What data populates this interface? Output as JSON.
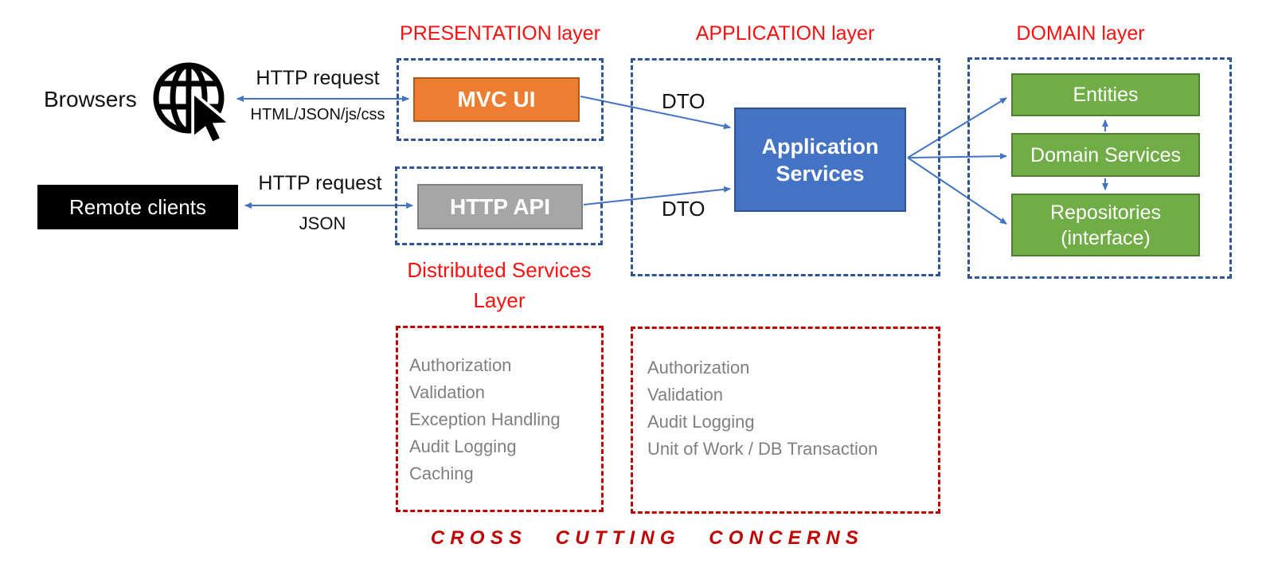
{
  "headers": {
    "presentation": "PRESENTATION layer",
    "application": "APPLICATION layer",
    "domain": "DOMAIN layer",
    "distributed": "Distributed Services\nLayer",
    "cross_cutting": "CROSS CUTTING CONCERNS"
  },
  "clients": {
    "browsers_label": "Browsers",
    "remote_label": "Remote clients"
  },
  "icons": {
    "browsers": "globe-with-cursor-icon"
  },
  "connections": {
    "browser_arrow_top_label": "HTTP request",
    "browser_arrow_bottom_label": "HTML/JSON/js/css",
    "remote_arrow_top_label": "HTTP request",
    "remote_arrow_bottom_label": "JSON",
    "dto_top": "DTO",
    "dto_bottom": "DTO"
  },
  "nodes": {
    "mvc_ui": "MVC UI",
    "http_api": "HTTP API",
    "application_services": "Application\nServices",
    "entities": "Entities",
    "domain_services": "Domain Services",
    "repositories": "Repositories\n(interface)"
  },
  "concerns": {
    "presentation": [
      "Authorization",
      "Validation",
      "Exception Handling",
      "Audit Logging",
      "Caching"
    ],
    "application": [
      "Authorization",
      "Validation",
      "Audit Logging",
      "Unit of Work / DB Transaction"
    ]
  },
  "colors": {
    "arrow_blue": "#4472C4",
    "dashed_blue": "#2F5597",
    "orange": "#ED7D31",
    "gray": "#A6A6A6",
    "green": "#70AD47",
    "blue_box": "#4472C4",
    "header_red": "#FF0F0F",
    "dashed_red": "#C00000",
    "concern_gray": "#7F7F7F"
  }
}
